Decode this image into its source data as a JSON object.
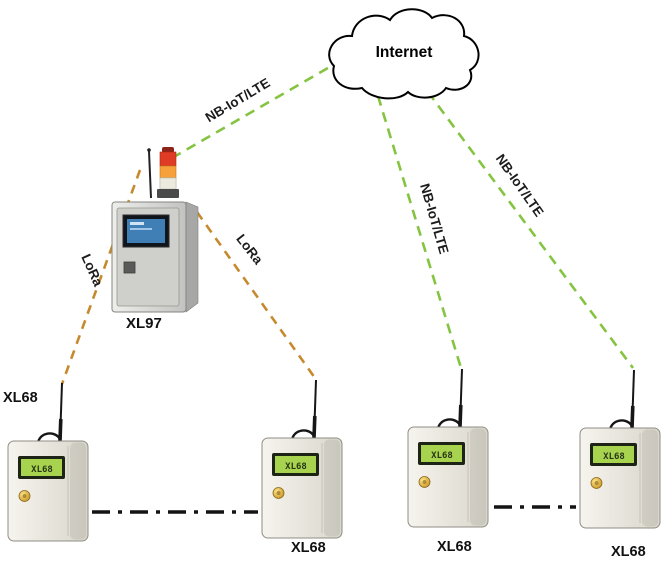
{
  "cloud": {
    "label": "Internet"
  },
  "gateway": {
    "label": "XL97"
  },
  "devices": [
    {
      "label": "XL68",
      "lcd": "XL68"
    },
    {
      "label": "XL68",
      "lcd": "XL68"
    },
    {
      "label": "XL68",
      "lcd": "XL68"
    },
    {
      "label": "XL68",
      "lcd": "XL68"
    }
  ],
  "links": {
    "gateway_internet": {
      "label": "NB-IoT/LTE"
    },
    "internet_device3": {
      "label": "NB-IoT/LTE"
    },
    "internet_device4": {
      "label": "NB-IoT/LTE"
    },
    "gateway_device1": {
      "label": "LoRa"
    },
    "gateway_device2": {
      "label": "LoRa"
    }
  },
  "colors": {
    "nbiot_link": "#85c441",
    "lora_link": "#c68a2e",
    "chain_link": "#141414"
  }
}
